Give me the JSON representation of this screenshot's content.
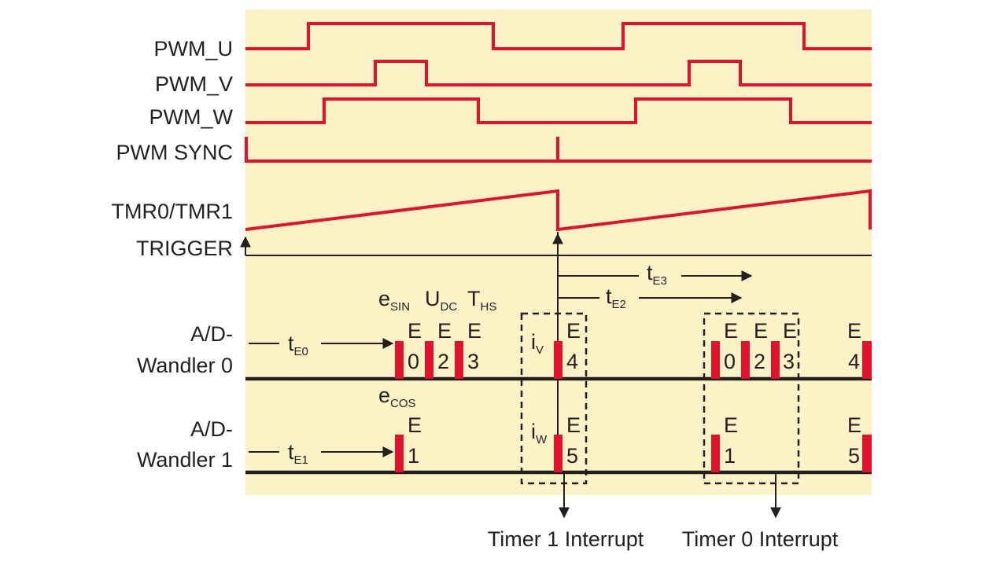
{
  "colors": {
    "background": "#fbf3c6",
    "signal": "#e3122c",
    "ink": "#231f20"
  },
  "signals": {
    "pwm_u": "PWM_U",
    "pwm_v": "PWM_V",
    "pwm_w": "PWM_W",
    "pwm_sync": "PWM SYNC",
    "tmr": "TMR0/TMR1",
    "trigger": "TRIGGER",
    "adc0_line1": "A/D-",
    "adc0_line2": "Wandler 0",
    "adc1_line1": "A/D-",
    "adc1_line2": "Wandler 1"
  },
  "timing": {
    "te0_main": "t",
    "te0_sub": "E0",
    "te1_main": "t",
    "te1_sub": "E1",
    "te2_main": "t",
    "te2_sub": "E2",
    "te3_main": "t",
    "te3_sub": "E3"
  },
  "measurements": {
    "esin_main": "e",
    "esin_sub": "SIN",
    "udc_main": "U",
    "udc_sub": "DC",
    "ths_main": "T",
    "ths_sub": "HS",
    "ecos_main": "e",
    "ecos_sub": "COS",
    "iv_main": "i",
    "iv_sub": "V",
    "iw_main": "i",
    "iw_sub": "W"
  },
  "events": {
    "e_letter": "E",
    "n0": "0",
    "n1": "1",
    "n2": "2",
    "n3": "3",
    "n4": "4",
    "n5": "5"
  },
  "interrupts": {
    "timer1": "Timer 1 Interrupt",
    "timer0": "Timer 0 Interrupt"
  }
}
